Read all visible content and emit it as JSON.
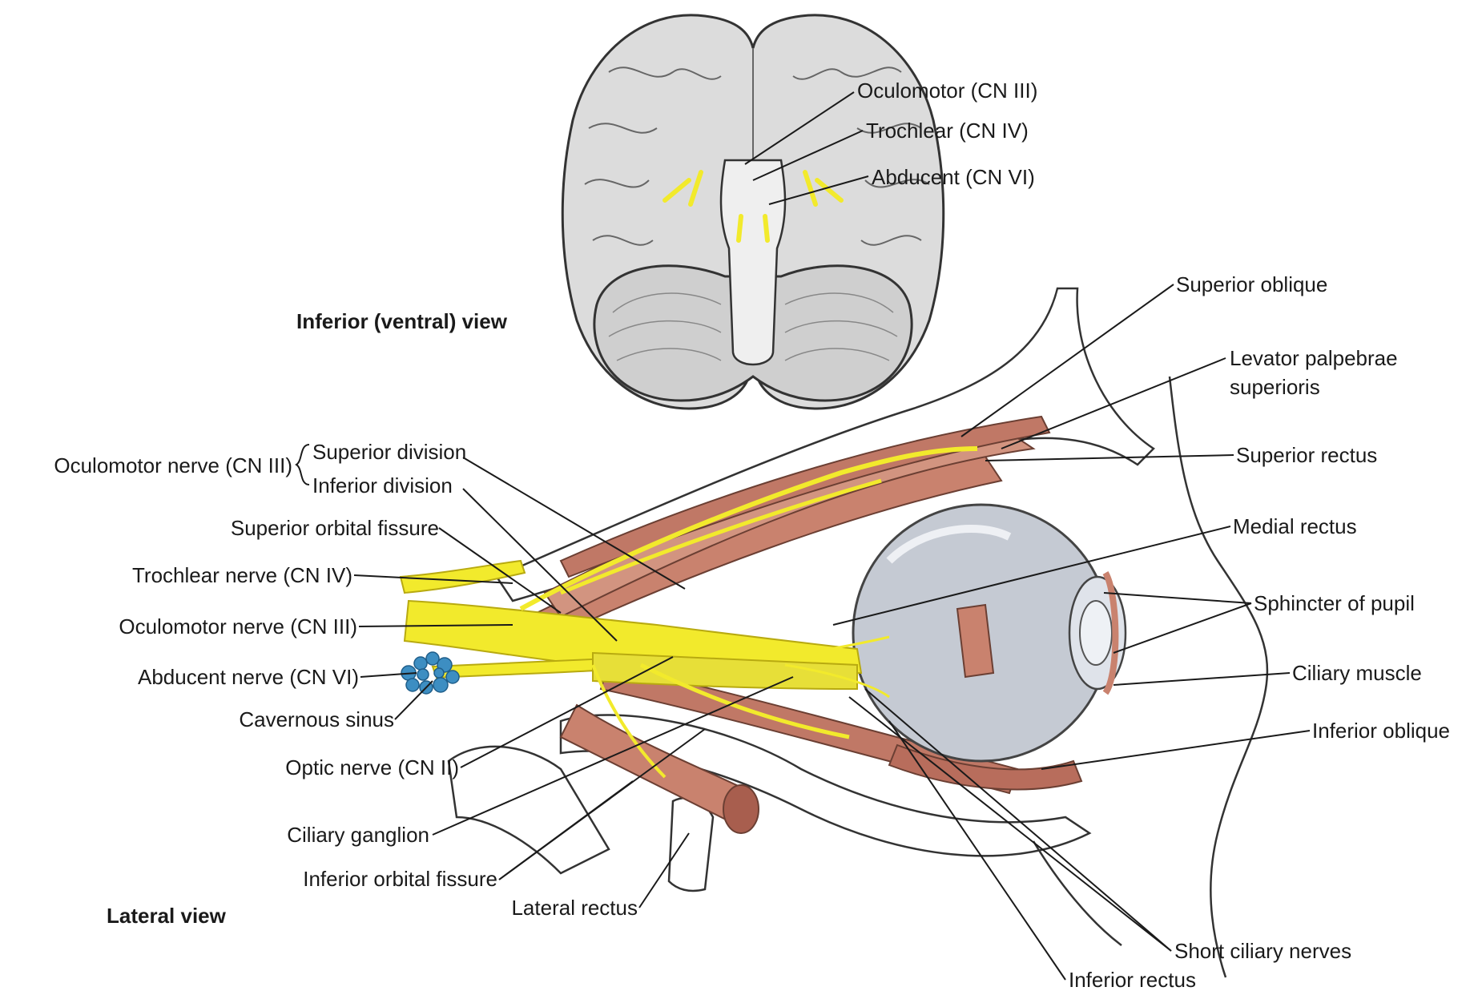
{
  "colors": {
    "nerve": "#f2ea2c",
    "muscle": "#c9826e",
    "sinus": "#3d8ec2",
    "eyeball": "#c5cad3",
    "brain": "#d9d9d9",
    "bone": "#ffffff"
  },
  "views": {
    "inferior": "Inferior (ventral) view",
    "lateral": "Lateral view"
  },
  "brain_labels": {
    "oculomotor": "Oculomotor (CN III)",
    "trochlear": "Trochlear (CN IV)",
    "abducent": "Abducent (CN VI)"
  },
  "left_labels": {
    "oculomotor_group": "Oculomotor nerve (CN III)",
    "superior_division": "Superior division",
    "inferior_division": "Inferior division",
    "superior_orbital_fissure": "Superior orbital fissure",
    "trochlear_nerve": "Trochlear nerve (CN IV)",
    "oculomotor_nerve": "Oculomotor nerve (CN III)",
    "abducent_nerve": "Abducent nerve (CN VI)",
    "cavernous_sinus": "Cavernous sinus",
    "optic_nerve": "Optic nerve (CN II)",
    "ciliary_ganglion": "Ciliary ganglion",
    "inferior_orbital_fissure": "Inferior orbital fissure",
    "lateral_rectus": "Lateral rectus"
  },
  "right_labels": {
    "superior_oblique": "Superior oblique",
    "levator_line1": "Levator palpebrae",
    "levator_line2": "superioris",
    "superior_rectus": "Superior rectus",
    "medial_rectus": "Medial rectus",
    "sphincter_of_pupil": "Sphincter of pupil",
    "ciliary_muscle": "Ciliary muscle",
    "inferior_oblique": "Inferior oblique",
    "short_ciliary_nerves": "Short ciliary nerves",
    "inferior_rectus": "Inferior rectus"
  }
}
